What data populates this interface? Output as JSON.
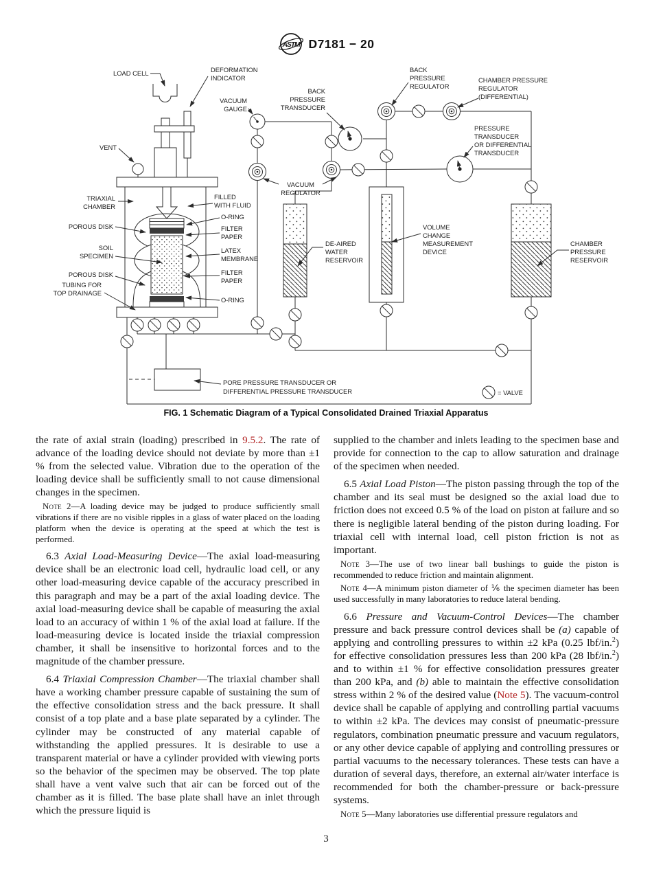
{
  "header": {
    "logo_text": "ASTM",
    "designation": "D7181 − 20"
  },
  "figure": {
    "caption": "FIG. 1 Schematic Diagram of a Typical Consolidated Drained Triaxial Apparatus",
    "legend_valve": "= VALVE",
    "labels": {
      "load_cell": "LOAD CELL",
      "deformation_indicator": [
        "DEFORMATION",
        "INDICATOR"
      ],
      "vacuum_gauge": [
        "VACUUM",
        "GAUGE"
      ],
      "back_pressure_transducer": [
        "BACK",
        "PRESSURE",
        "TRANSDUCER"
      ],
      "back_pressure_regulator": [
        "BACK",
        "PRESSURE",
        "REGULATOR"
      ],
      "chamber_pressure_regulator": [
        "CHAMBER PRESSURE",
        "REGULATOR",
        "(DIFFERENTIAL)"
      ],
      "pressure_transducer": [
        "PRESSURE",
        "TRANSDUCER",
        "OR DIFFERENTIAL",
        "TRANSDUCER"
      ],
      "vent": "VENT",
      "triaxial_chamber": [
        "TRIAXIAL",
        "CHAMBER"
      ],
      "porous_disk_upper": "POROUS DISK",
      "soil_specimen": [
        "SOIL",
        "SPECIMEN"
      ],
      "porous_disk_lower": "POROUS DISK",
      "tubing_top_drainage": [
        "TUBING FOR",
        "TOP DRAINAGE"
      ],
      "filled_with_fluid": [
        "FILLED",
        "WITH FLUID"
      ],
      "o_ring_upper": "O-RING",
      "filter_paper_upper": [
        "FILTER",
        "PAPER"
      ],
      "latex_membrane": [
        "LATEX",
        "MEMBRANE"
      ],
      "filter_paper_lower": [
        "FILTER",
        "PAPER"
      ],
      "o_ring_lower": "O-RING",
      "vacuum_regulator": [
        "VACUUM",
        "REGULATOR"
      ],
      "deaired_water_reservoir": [
        "DE-AIRED",
        "WATER",
        "RESERVOIR"
      ],
      "volume_change_device": [
        "VOLUME",
        "CHANGE",
        "MEASUREMENT",
        "DEVICE"
      ],
      "chamber_pressure_reservoir": [
        "CHAMBER",
        "PRESSURE",
        "RESERVOIR"
      ],
      "pore_pressure_transducer": [
        "PORE PRESSURE TRANSDUCER OR",
        "DIFFERENTIAL PRESSURE TRANSDUCER"
      ]
    }
  },
  "body": {
    "left": [
      {
        "kind": "body",
        "cont": true,
        "segments": [
          {
            "t": "the rate of axial strain (loading) prescribed in "
          },
          {
            "t": "9.5.2",
            "c": "link"
          },
          {
            "t": ". The rate of advance of the loading device should not deviate by more than ±1 % from the selected value. Vibration due to the operation of the loading device shall be sufficiently small to not cause dimensional changes in the specimen."
          }
        ]
      },
      {
        "kind": "note",
        "segments": [
          {
            "t": "Note",
            "c": "sc"
          },
          {
            "t": " 2—A loading device may be judged to produce sufficiently small vibrations if there are no visible ripples in a glass of water placed on the loading platform when the device is operating at the speed at which the test is performed."
          }
        ]
      },
      {
        "kind": "body",
        "sect": true,
        "segments": [
          {
            "t": "6.3 "
          },
          {
            "t": "Axial Load-Measuring Device",
            "c": "i"
          },
          {
            "t": "—The axial load-measuring device shall be an electronic load cell, hydraulic load cell, or any other load-measuring device capable of the accuracy prescribed in this paragraph and may be a part of the axial loading device. The axial load-measuring device shall be capable of measuring the axial load to an accuracy of within 1 % of the axial load at failure. If the load-measuring device is located inside the triaxial compression chamber, it shall be insensitive to horizontal forces and to the magnitude of the chamber pressure."
          }
        ]
      },
      {
        "kind": "body",
        "sect": true,
        "segments": [
          {
            "t": "6.4 "
          },
          {
            "t": "Triaxial Compression Chamber",
            "c": "i"
          },
          {
            "t": "—The triaxial chamber shall have a working chamber pressure capable of sustaining the sum of the effective consolidation stress and the back pressure. It shall consist of a top plate and a base plate separated by a cylinder. The cylinder may be constructed of any material capable of withstanding the applied pressures. It is desirable to use a transparent material or have a cylinder provided with viewing ports so the behavior of the specimen may be observed. The top plate shall have a vent valve such that air can be forced out of the chamber as it is filled. The base plate shall have an inlet through which the pressure liquid is"
          }
        ]
      }
    ],
    "right": [
      {
        "kind": "body",
        "cont": true,
        "segments": [
          {
            "t": "supplied to the chamber and inlets leading to the specimen base and provide for connection to the cap to allow saturation and drainage of the specimen when needed."
          }
        ]
      },
      {
        "kind": "body",
        "sect": true,
        "segments": [
          {
            "t": "6.5 "
          },
          {
            "t": "Axial Load Piston",
            "c": "i"
          },
          {
            "t": "—The piston passing through the top of the chamber and its seal must be designed so the axial load due to friction does not exceed 0.5 % of the load on piston at failure and so there is negligible lateral bending of the piston during loading. For triaxial cell with internal load, cell piston friction is not as important."
          }
        ]
      },
      {
        "kind": "note",
        "segments": [
          {
            "t": "Note",
            "c": "sc"
          },
          {
            "t": " 3—The use of two linear ball bushings to guide the piston is recommended to reduce friction and maintain alignment."
          }
        ]
      },
      {
        "kind": "note",
        "segments": [
          {
            "t": "Note",
            "c": "sc"
          },
          {
            "t": " 4—A minimum piston diameter of ⅙ the specimen diameter has been used successfully in many laboratories to reduce lateral bending."
          }
        ]
      },
      {
        "kind": "body",
        "sect": true,
        "segments": [
          {
            "t": "6.6 "
          },
          {
            "t": "Pressure and Vacuum-Control Devices",
            "c": "i"
          },
          {
            "t": "—The chamber pressure and back pressure control devices shall be "
          },
          {
            "t": "(a)",
            "c": "i"
          },
          {
            "t": " capable of applying and controlling pressures to within ±2 kPa (0.25 lbf/in."
          },
          {
            "t": "2",
            "c": "sup"
          },
          {
            "t": ") for effective consolidation pressures less than 200 kPa (28 lbf/in."
          },
          {
            "t": "2",
            "c": "sup"
          },
          {
            "t": ") and to within ±1 % for effective consolidation pressures greater than 200 kPa, and "
          },
          {
            "t": "(b)",
            "c": "i"
          },
          {
            "t": " able to maintain the effective consolidation stress within 2 % of the desired value ("
          },
          {
            "t": "Note 5",
            "c": "link"
          },
          {
            "t": "). The vacuum-control device shall be capable of applying and controlling partial vacuums to within ±2 kPa. The devices may consist of pneumatic-pressure regulators, combination pneumatic pressure and vacuum regulators, or any other device capable of applying and controlling pressures or partial vacuums to the necessary tolerances. These tests can have a duration of several days, therefore, an external air/water interface is recommended for both the chamber-pressure or back-pressure systems."
          }
        ]
      },
      {
        "kind": "note",
        "segments": [
          {
            "t": "Note",
            "c": "sc"
          },
          {
            "t": " 5—Many laboratories use differential pressure regulators and"
          }
        ]
      }
    ]
  },
  "footer": {
    "page_number": "3"
  }
}
